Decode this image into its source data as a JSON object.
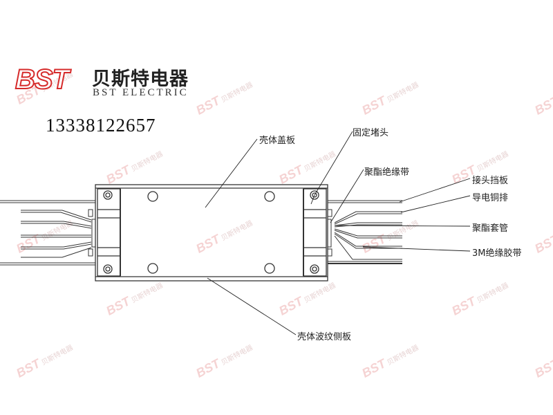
{
  "brand": {
    "logo_text": "BST",
    "name_cn": "贝斯特电器",
    "name_en": "BST ELECTRIC",
    "phone": "13338122657",
    "logo_color": "#d62b2b"
  },
  "watermark": {
    "logo": "BST",
    "text": "贝斯特电器"
  },
  "labels": {
    "cover_plate": "壳体盖板",
    "fixed_plug": "固定堵头",
    "polyester_tape": "聚酯绝缘带",
    "joint_baffle": "接头挡板",
    "copper_bar": "导电铜排",
    "polyester_sleeve": "聚酯套管",
    "tape_3m": "3M绝缘胶带",
    "corrugated_side_plate": "壳体波纹侧板"
  }
}
